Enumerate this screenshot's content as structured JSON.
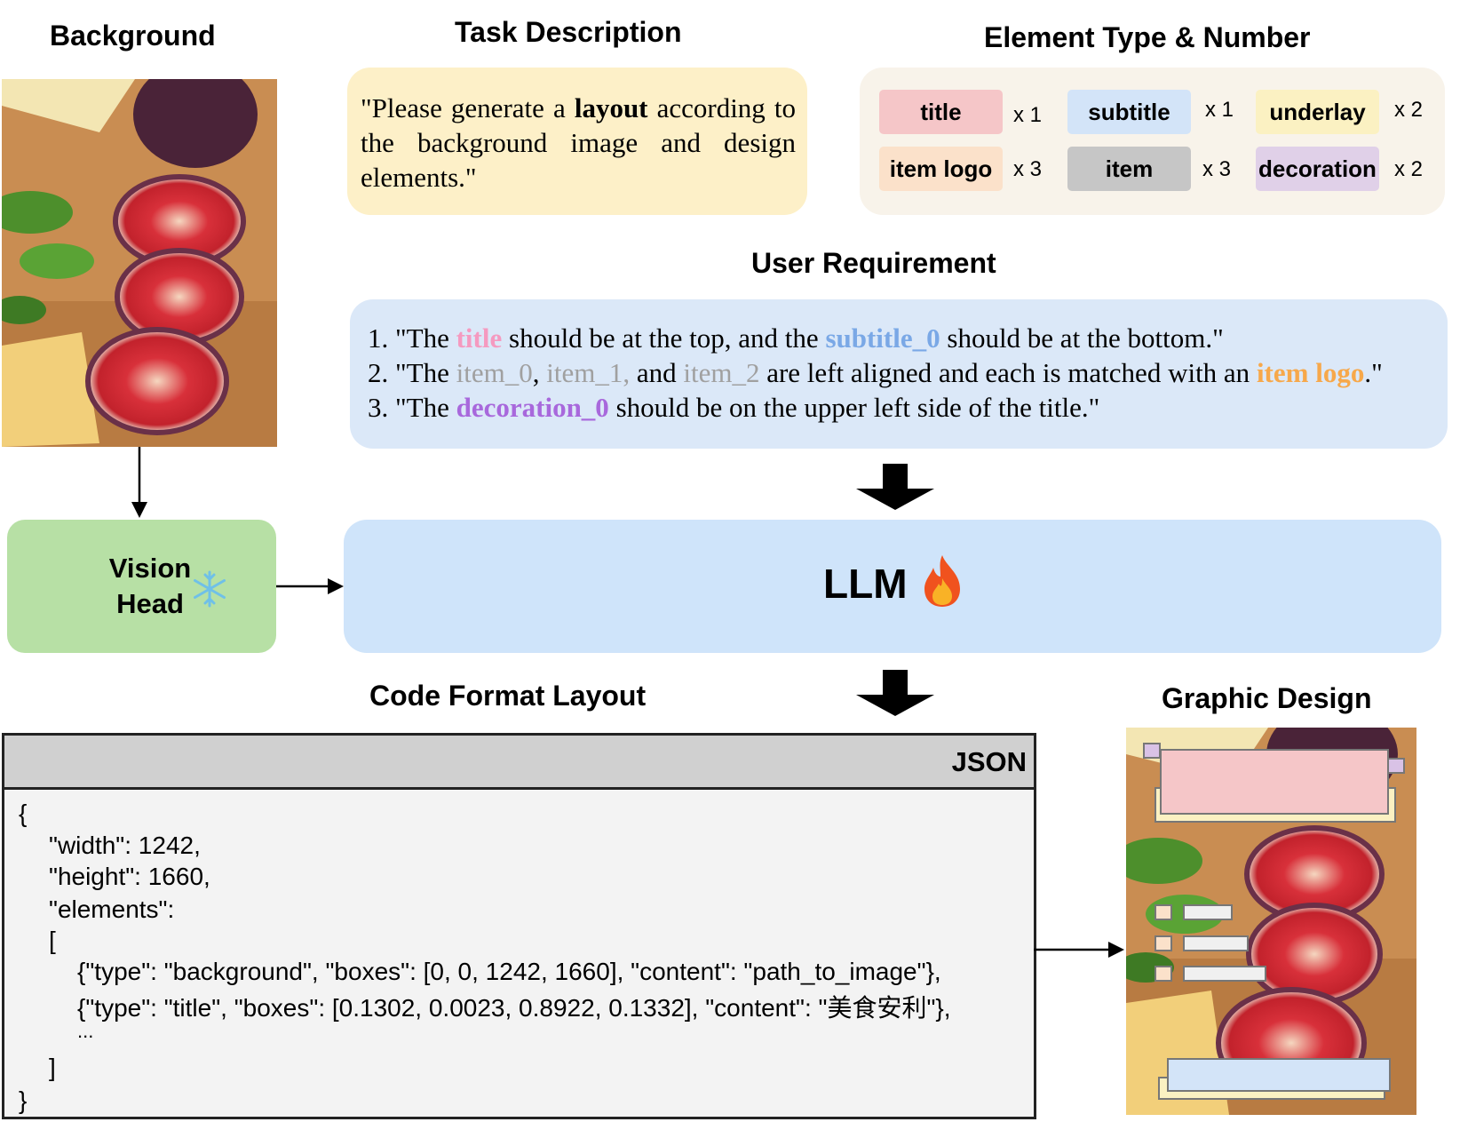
{
  "colors": {
    "title": "#f5c6c8",
    "subtitle": "#d3e4f8",
    "underlay": "#fbf1c2",
    "item_logo": "#fbe1ca",
    "item": "#c6c6c6",
    "decoration": "#e0d0e8",
    "title_text": "#f59ac0",
    "subtitle_text": "#7aa8e6",
    "item_text": "#a0a0a0",
    "item_logo_text": "#f7a84a",
    "decoration_text": "#a868dc"
  },
  "headings": {
    "background": "Background",
    "task": "Task Description",
    "element": "Element Type & Number",
    "requirement": "User Requirement",
    "code": "Code Format Layout",
    "design": "Graphic Design"
  },
  "task": {
    "before": "\"Please generate a ",
    "bold": "layout",
    "after": " according to the background image and design elements.\""
  },
  "elements": [
    {
      "label": "title",
      "count": "x 1",
      "icon": "title-chip"
    },
    {
      "label": "subtitle",
      "count": "x 1",
      "icon": "subtitle-chip"
    },
    {
      "label": "underlay",
      "count": "x 2",
      "icon": "underlay-chip"
    },
    {
      "label": "item logo",
      "count": "x 3",
      "icon": "item-logo-chip"
    },
    {
      "label": "item",
      "count": "x 3",
      "icon": "item-chip"
    },
    {
      "label": "decoration",
      "count": "x 2",
      "icon": "decoration-chip"
    }
  ],
  "requirements": {
    "r1": {
      "a": "1. \"The ",
      "b": "title",
      "c": " should be at the top, and the ",
      "d": "subtitle_0",
      "e": " should be at the bottom.\""
    },
    "r2": {
      "a": "2. \"The ",
      "b": "item_0",
      "c": ", ",
      "d": "item_1,",
      "e": " and ",
      "f": "item_2",
      "g": " are left aligned and each is matched with an ",
      "h": "item logo",
      "i": ".\""
    },
    "r3": {
      "a": "3. \"The ",
      "b": "decoration_0",
      "c": " should be on the upper left side of the title.\""
    }
  },
  "vision": {
    "line1": "Vision",
    "line2": "Head",
    "icon": "snowflake-icon"
  },
  "llm": {
    "label": "LLM",
    "icon": "fire-icon"
  },
  "json_panel": {
    "label": "JSON",
    "lines": [
      "{",
      "\"width\": 1242,",
      "\"height\": 1660,",
      "\"elements\":",
      "[",
      "{\"type\": \"background\", \"boxes\": [0, 0, 1242, 1660], \"content\": \"path_to_image\"},",
      "{\"type\": \"title\", \"boxes\": [0.1302, 0.0023, 0.8922, 0.1332], \"content\": \"美食安利\"},",
      "...",
      "]",
      "}"
    ]
  }
}
